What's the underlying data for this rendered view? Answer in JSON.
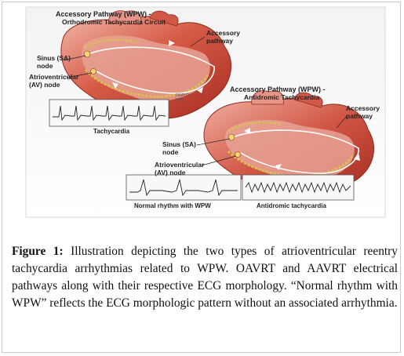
{
  "illustration": {
    "top_title_line1": "Accessory Pathway (WPW) -",
    "top_title_line2": "Orthodromic Tachycardia Circuit",
    "top_accessory_label": "Accessory\npathway",
    "top_sinus_label": "Sinus (SA)\nnode",
    "top_av_label": "Atrioventricular\n(AV) node",
    "top_ecg_caption": "Tachycardia",
    "copyright": "©MAYO\n2009",
    "bottom_title_line1": "Accessory Pathway (WPW) -",
    "bottom_title_line2": "Antidromic Tachycardia",
    "bottom_accessory_label": "Accessory\npathway",
    "bottom_sinus_label": "Sinus (SA)\nnode",
    "bottom_av_label": "Atrioventricular\n(AV) node",
    "ecg_normal_caption": "Normal rhythm with WPW",
    "ecg_antidromic_caption": "Antidromic tachycardia",
    "colors": {
      "heart_red": "#c9412f",
      "heart_pink": "#e9a59a",
      "pathway_yellow": "#d9c24a",
      "circuit_line": "#ffffff"
    }
  },
  "caption": {
    "label": "Figure 1:",
    "text": " Illustration depicting the two types of atrioventricular reentry tachycardia arrhythmias related to WPW. OAVRT and AAVRT electrical pathways along with their respective ECG morphology. “Normal rhythm with WPW” reflects the ECG morphologic pattern without an associated arrhythmia."
  }
}
